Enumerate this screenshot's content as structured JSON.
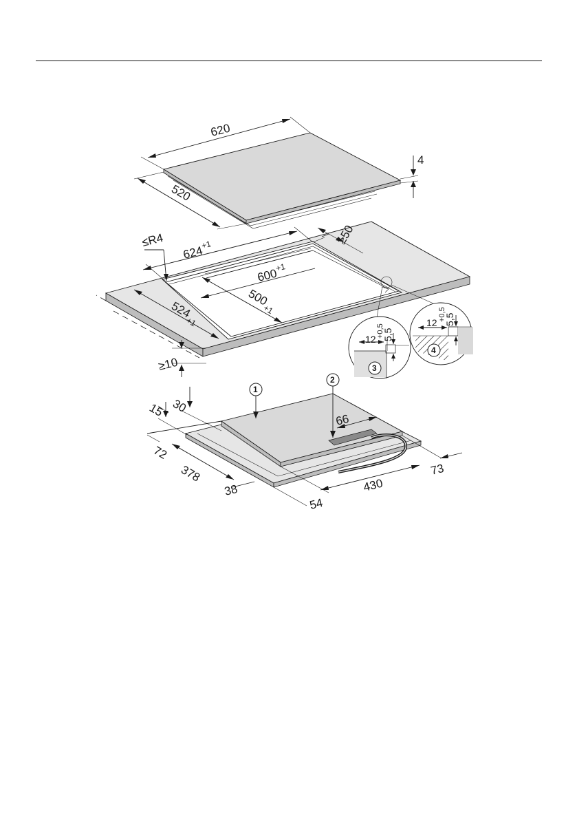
{
  "hob": {
    "width": "620",
    "depth": "520",
    "thickness": "4"
  },
  "cutout": {
    "radius": "≤R4",
    "outer_width": "624",
    "outer_width_tol": "+1",
    "inner_width": "600",
    "inner_width_tol": "+1",
    "inner_depth": "500",
    "inner_depth_tol": "+1",
    "outer_depth": "524",
    "outer_depth_tol": "+1",
    "min_back_gap": "≥50",
    "min_front_gap": "≥10"
  },
  "detail_3": {
    "number": "3",
    "width": "12",
    "width_tol": "+0,5",
    "height": "5,5"
  },
  "detail_4": {
    "number": "4",
    "width": "12",
    "width_tol": "+0,5",
    "height": "5,5"
  },
  "underside": {
    "marker_1": "1",
    "marker_2": "2",
    "depth_30": "30",
    "depth_15": "15",
    "offset_72": "72",
    "length_378": "378",
    "offset_38": "38",
    "offset_54": "54",
    "length_430": "430",
    "offset_73": "73",
    "width_66": "66"
  }
}
